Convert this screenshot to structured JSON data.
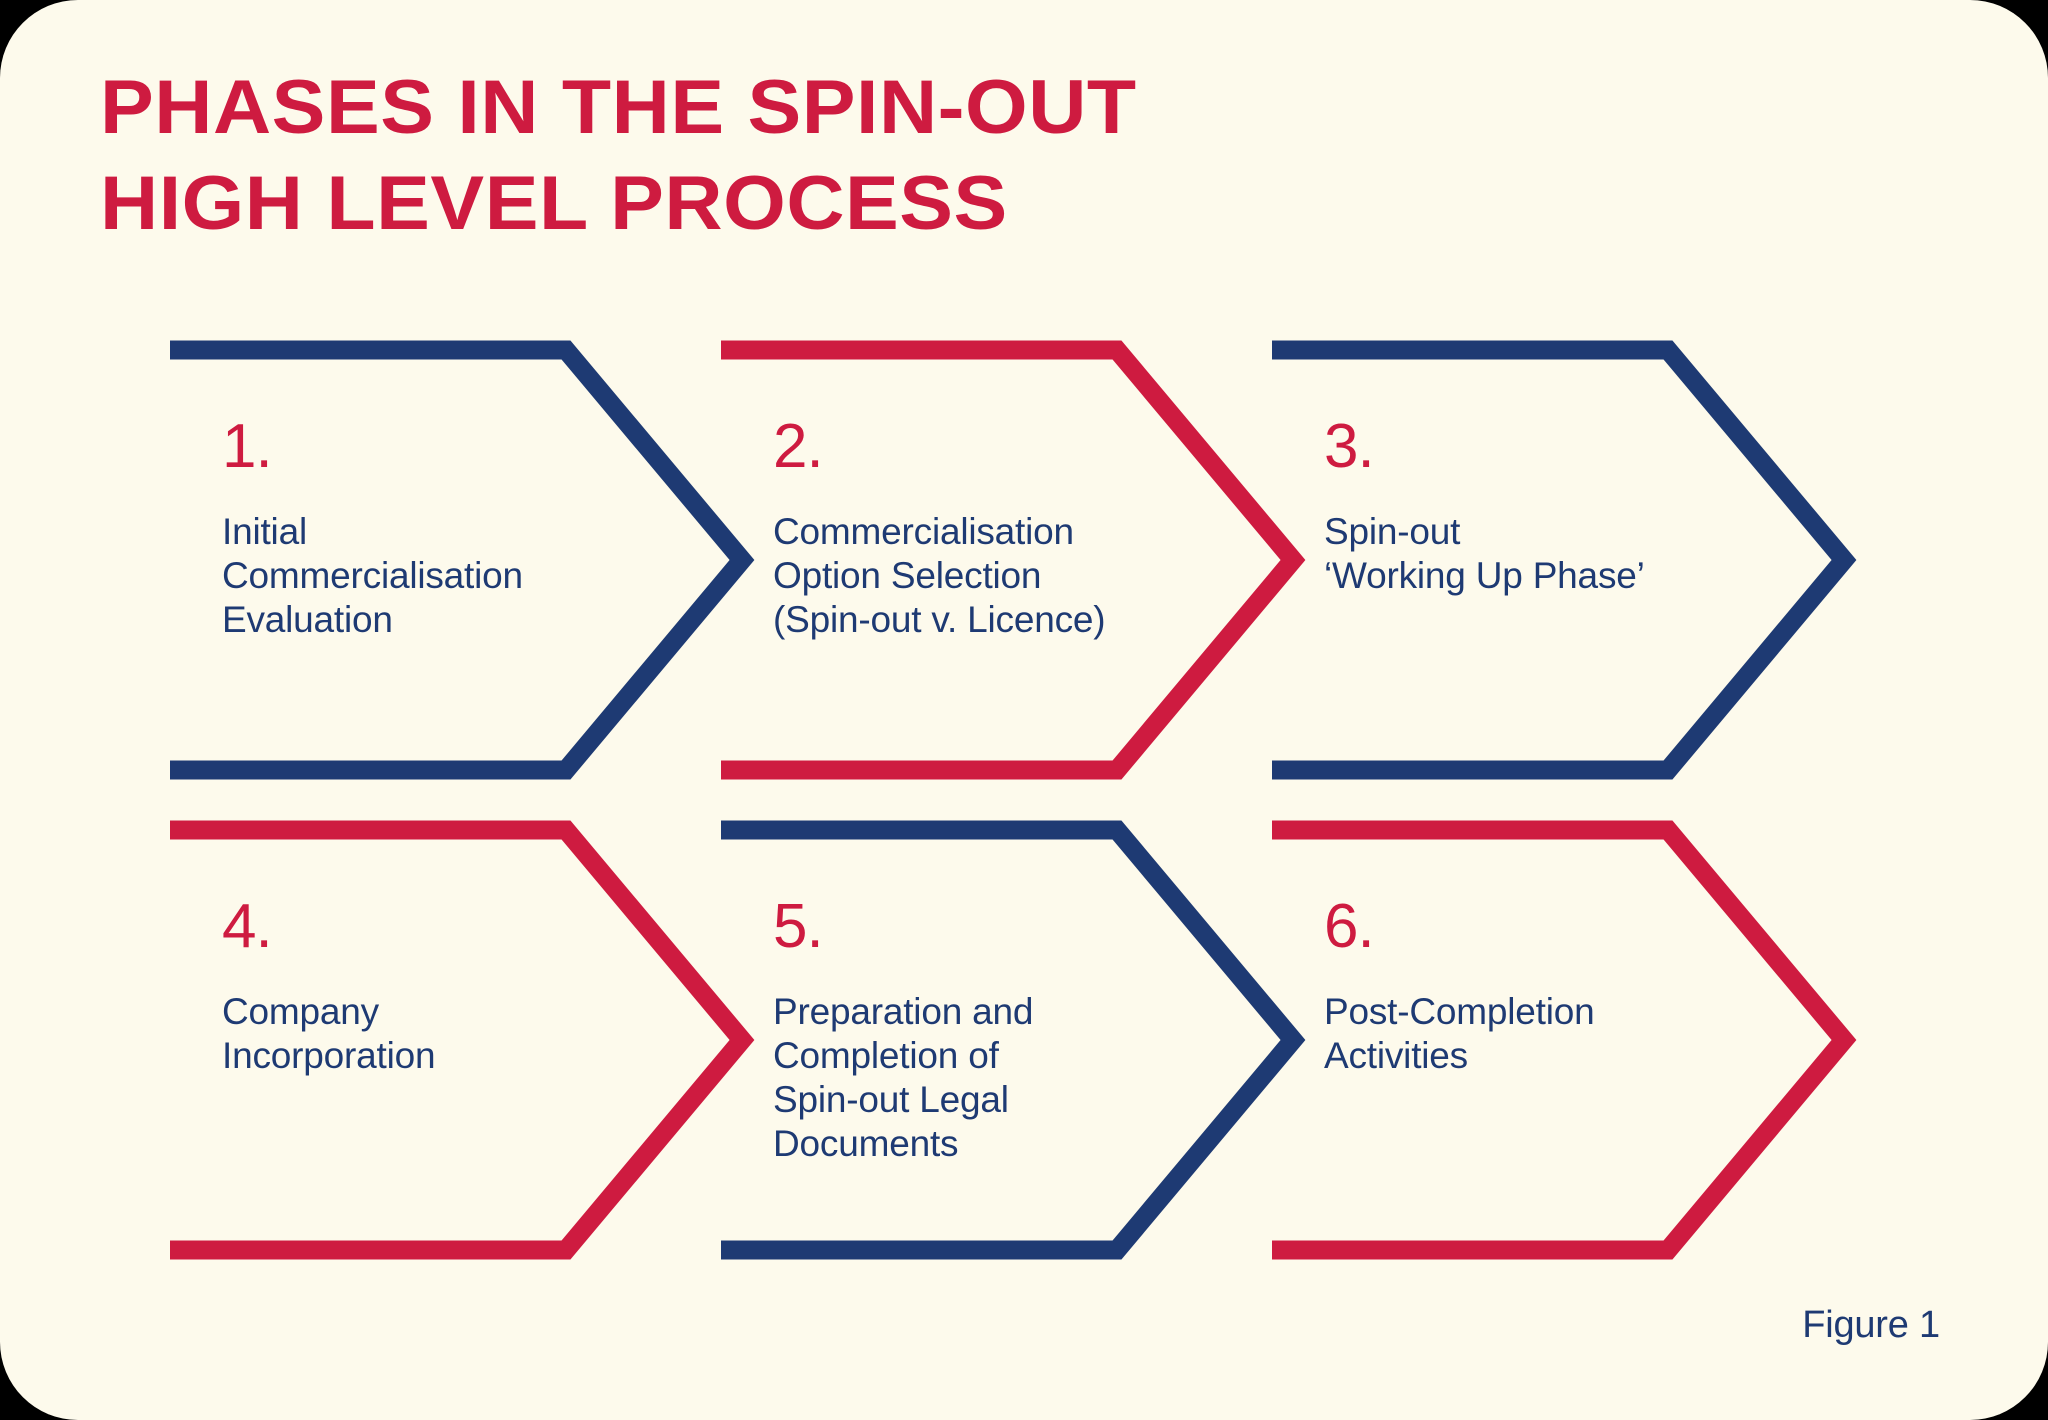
{
  "page": {
    "background_color": "#000000",
    "canvas_color": "#FDFAEC",
    "accent_red": "#CE1B40",
    "accent_navy": "#1E3A73"
  },
  "title": {
    "line1": "PHASES IN THE SPIN-OUT",
    "line2": "HIGH LEVEL PROCESS"
  },
  "phases": [
    {
      "number": "1.",
      "label": "Initial\nCommercialisation\nEvaluation",
      "color": "#1E3A73",
      "color_name": "navy"
    },
    {
      "number": "2.",
      "label": "Commercialisation\nOption Selection\n(Spin-out v. Licence)",
      "color": "#CE1B40",
      "color_name": "red"
    },
    {
      "number": "3.",
      "label": "Spin-out\n‘Working Up Phase’",
      "color": "#1E3A73",
      "color_name": "navy"
    },
    {
      "number": "4.",
      "label": "Company\nIncorporation",
      "color": "#CE1B40",
      "color_name": "red"
    },
    {
      "number": "5.",
      "label": "Preparation and\nCompletion of\nSpin-out Legal\nDocuments",
      "color": "#1E3A73",
      "color_name": "navy"
    },
    {
      "number": "6.",
      "label": "Post-Completion\nActivities",
      "color": "#CE1B40",
      "color_name": "red"
    }
  ],
  "caption": {
    "text": "Figure 1"
  }
}
